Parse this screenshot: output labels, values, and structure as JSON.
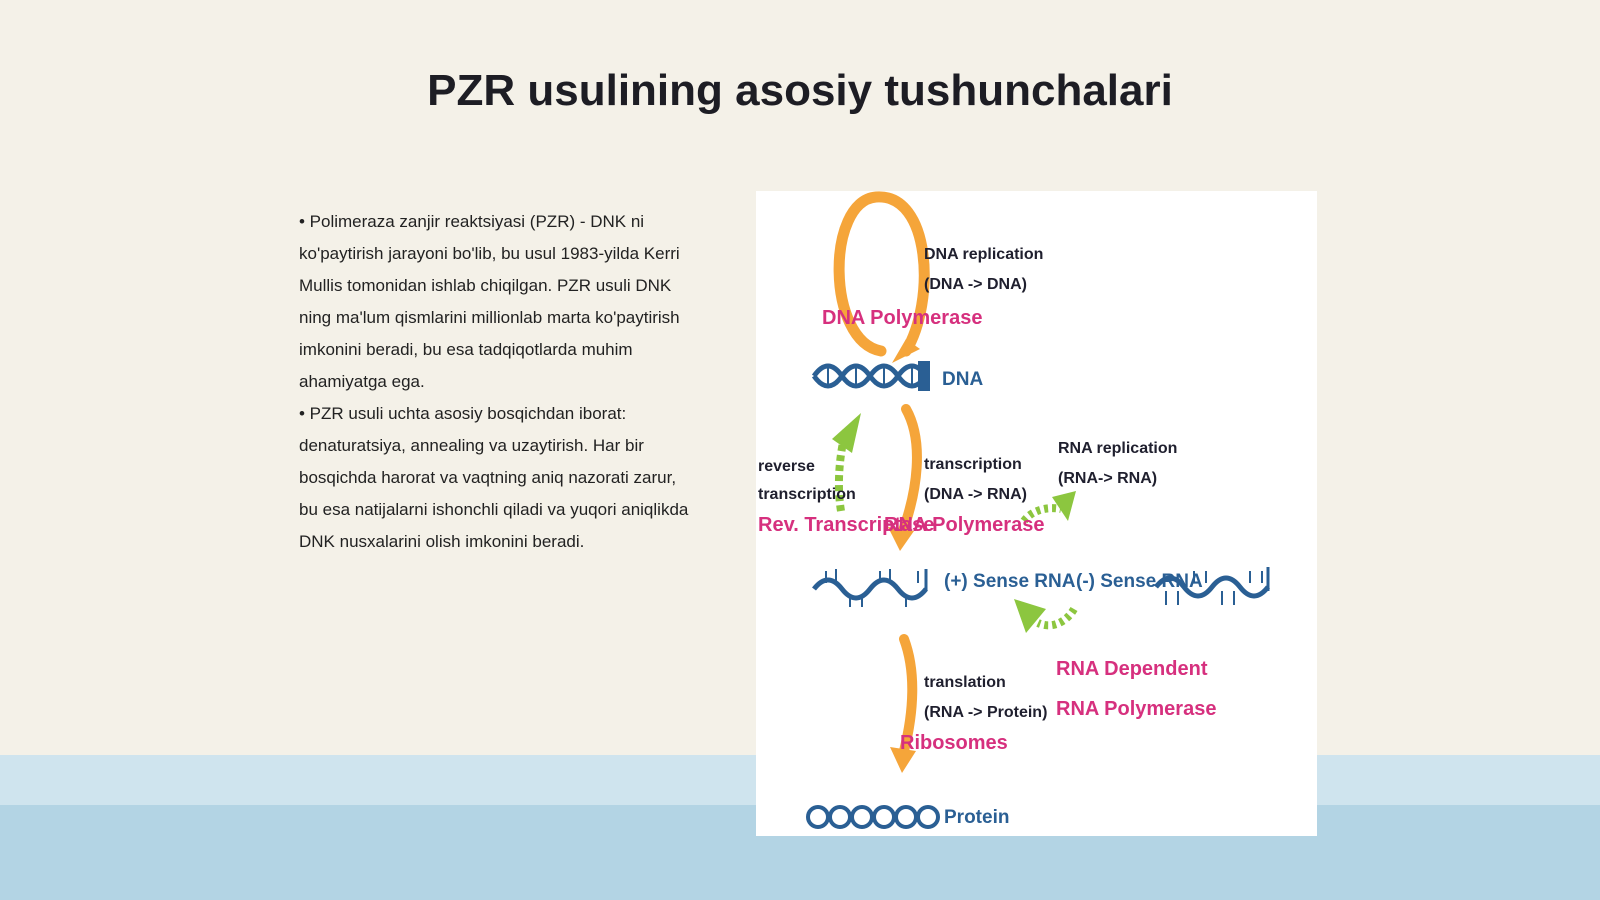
{
  "slide": {
    "title": "PZR usulining asosiy tushunchalari",
    "paragraphs": [
      "• Polimeraza zanjir reaktsiyasi (PZR) - DNK ni ko'paytirish jarayoni bo'lib, bu usul 1983-yilda Kerri Mullis tomonidan ishlab chiqilgan. PZR usuli DNK ning ma'lum qismlarini millionlab marta ko'paytirish imkonini beradi, bu esa tadqiqotlarda muhim ahamiyatga ega.",
      "• PZR usuli uchta asosiy bosqichdan iborat: denaturatsiya, annealing va uzaytirish. Har bir bosqichda harorat va vaqtning aniq nazorati zarur, bu esa natijalarni ishonchli qiladi va yuqori aniqlikda DNK nusxalarini olish imkonini beradi."
    ]
  },
  "diagram": {
    "dna_replication": "DNA replication",
    "dna_to_dna": "(DNA -> DNA)",
    "dna_polymerase": "DNA Polymerase",
    "dna": "DNA",
    "reverse": "reverse",
    "transcription_word": "transcription",
    "rev_transcriptase": "Rev. Transcriptase",
    "transcription": "transcription",
    "dna_to_rna": "(DNA -> RNA)",
    "rna_polymerase": "RNA Polymerase",
    "rna_replication": "RNA replication",
    "rna_to_rna": "(RNA-> RNA)",
    "plus_sense_rna": "(+) Sense RNA",
    "minus_sense_rna": "(-) Sense RNA",
    "translation": "translation",
    "rna_to_protein": "(RNA -> Protein)",
    "ribosomes": "Ribosomes",
    "rna_dependent": "RNA Dependent",
    "rna_dep_polymerase": "RNA Polymerase",
    "protein": "Protein"
  },
  "colors": {
    "orange_arrow": "#f5a53a",
    "green_arrow": "#8cc63f",
    "blue_strand": "#2a5f94",
    "pink_label": "#d6307e"
  }
}
